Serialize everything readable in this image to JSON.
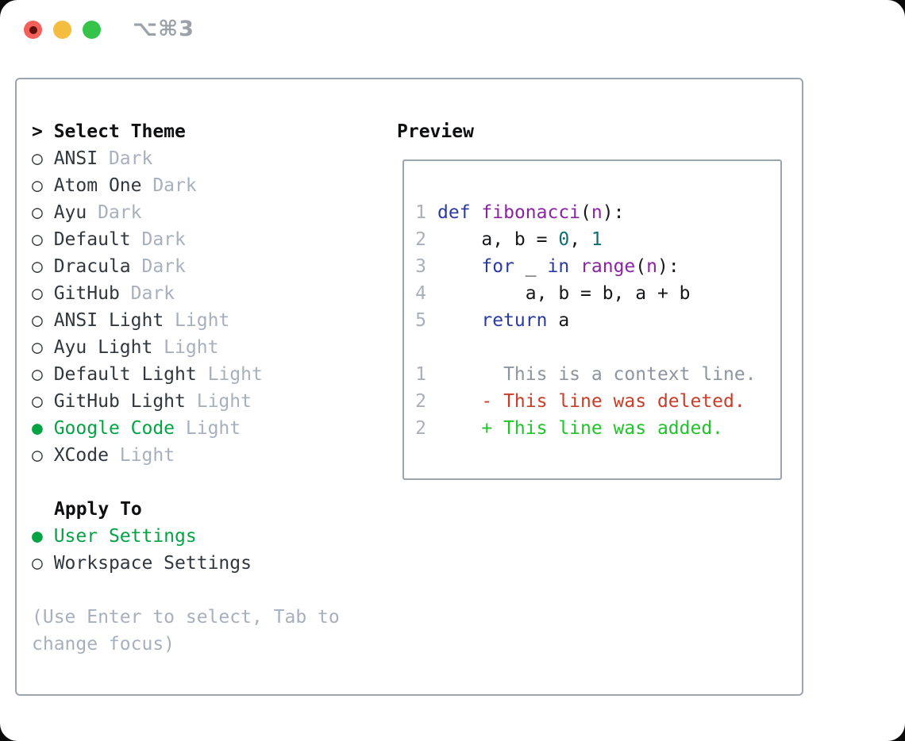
{
  "window": {
    "shortcut": "⌥⌘3"
  },
  "colors": {
    "muted": "#a7b0bd",
    "text": "#31373e",
    "header": "#0e0f11",
    "green": "#04a345",
    "added": "#20c32a",
    "deleted": "#c83d28",
    "keyword": "#2b3a9e",
    "fname": "#8a24a0",
    "number": "#0c6e72",
    "context": "#8d959e",
    "border": "#9ba5b1",
    "titlegray": "#9aa1a8"
  },
  "icons": {
    "radio_unselected": "○",
    "radio_selected": "●",
    "prompt": "> "
  },
  "left": {
    "title": "Select Theme",
    "themes": [
      {
        "name": "ANSI",
        "tag": "Dark",
        "selected": false
      },
      {
        "name": "Atom One",
        "tag": "Dark",
        "selected": false
      },
      {
        "name": "Ayu",
        "tag": "Dark",
        "selected": false
      },
      {
        "name": "Default",
        "tag": "Dark",
        "selected": false
      },
      {
        "name": "Dracula",
        "tag": "Dark",
        "selected": false
      },
      {
        "name": "GitHub",
        "tag": "Dark",
        "selected": false
      },
      {
        "name": "ANSI Light",
        "tag": "Light",
        "selected": false
      },
      {
        "name": "Ayu Light",
        "tag": "Light",
        "selected": false
      },
      {
        "name": "Default Light",
        "tag": "Light",
        "selected": false
      },
      {
        "name": "GitHub Light",
        "tag": "Light",
        "selected": false
      },
      {
        "name": "Google Code",
        "tag": "Light",
        "selected": true
      },
      {
        "name": "XCode",
        "tag": "Light",
        "selected": false
      }
    ],
    "apply_to": {
      "label": "Apply To",
      "options": [
        {
          "label": "User Settings",
          "selected": true
        },
        {
          "label": "Workspace Settings",
          "selected": false
        }
      ]
    },
    "help": "(Use Enter to select, Tab to change focus)"
  },
  "preview": {
    "title": "Preview",
    "lines": [
      {
        "num": "1",
        "tokens": [
          [
            "keyword",
            "def"
          ],
          [
            "plain",
            " "
          ],
          [
            "fname",
            "fibonacci"
          ],
          [
            "plain",
            "("
          ],
          [
            "fname",
            "n"
          ],
          [
            "plain",
            "):"
          ]
        ]
      },
      {
        "num": "2",
        "tokens": [
          [
            "plain",
            "    a, b = "
          ],
          [
            "number",
            "0"
          ],
          [
            "plain",
            ", "
          ],
          [
            "number",
            "1"
          ]
        ]
      },
      {
        "num": "3",
        "tokens": [
          [
            "plain",
            "    "
          ],
          [
            "keyword",
            "for"
          ],
          [
            "plain",
            " _ "
          ],
          [
            "keyword",
            "in"
          ],
          [
            "plain",
            " "
          ],
          [
            "fname",
            "range"
          ],
          [
            "plain",
            "("
          ],
          [
            "fname",
            "n"
          ],
          [
            "plain",
            "):"
          ]
        ]
      },
      {
        "num": "4",
        "tokens": [
          [
            "plain",
            "        a, b = b, a + b"
          ]
        ]
      },
      {
        "num": "5",
        "tokens": [
          [
            "plain",
            "    "
          ],
          [
            "keyword",
            "return"
          ],
          [
            "plain",
            " a"
          ]
        ]
      },
      {
        "num": "",
        "tokens": []
      },
      {
        "num": "1",
        "tokens": [
          [
            "context",
            "      This is a context line."
          ]
        ]
      },
      {
        "num": "2",
        "tokens": [
          [
            "deleted",
            "    - This line was deleted."
          ]
        ]
      },
      {
        "num": "2",
        "tokens": [
          [
            "added",
            "    + This line was added."
          ]
        ]
      }
    ]
  }
}
